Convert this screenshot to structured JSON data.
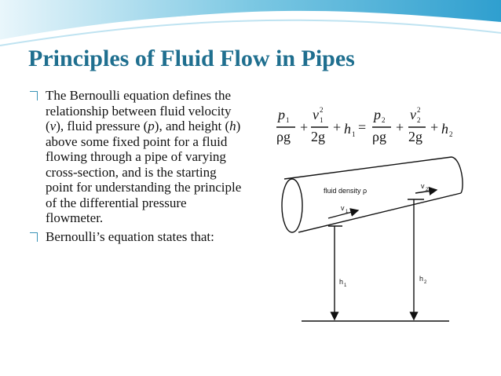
{
  "slide": {
    "title": "Principles of Fluid Flow in Pipes",
    "bullets": [
      {
        "parts": [
          {
            "t": "The Bernoulli equation defines the relationship between fluid velocity ("
          },
          {
            "t": "v",
            "i": true
          },
          {
            "t": "), fluid pressure ("
          },
          {
            "t": "p",
            "i": true
          },
          {
            "t": "), and height ("
          },
          {
            "t": "h",
            "i": true
          },
          {
            "t": ") above some fixed point for a fluid flowing through a pipe of varying cross-section, and is the starting point for understanding the principle of the differential pressure flowmeter."
          }
        ]
      },
      {
        "parts": [
          {
            "t": "Bernoulli’s equation states that:"
          }
        ]
      }
    ]
  },
  "figure": {
    "equation": {
      "p1": "p",
      "s1": "1",
      "rho_g": "ρg",
      "v": "v",
      "sq": "2",
      "sub1": "1",
      "two_g": "2g",
      "h": "h",
      "sub2": "2",
      "plus": "+",
      "eq": "="
    },
    "label_fluid_density": "fluid density ρ",
    "label_v1": "v",
    "label_v1_sub": "1",
    "label_v2": "v",
    "label_v2_sub": "2",
    "label_h1": "h",
    "label_h1_sub": "1",
    "label_h2": "h",
    "label_h2_sub": "2"
  },
  "colors": {
    "title": "#1f6f8f",
    "bullet": "#3a93b7",
    "header_band": "#5fb8d8"
  }
}
